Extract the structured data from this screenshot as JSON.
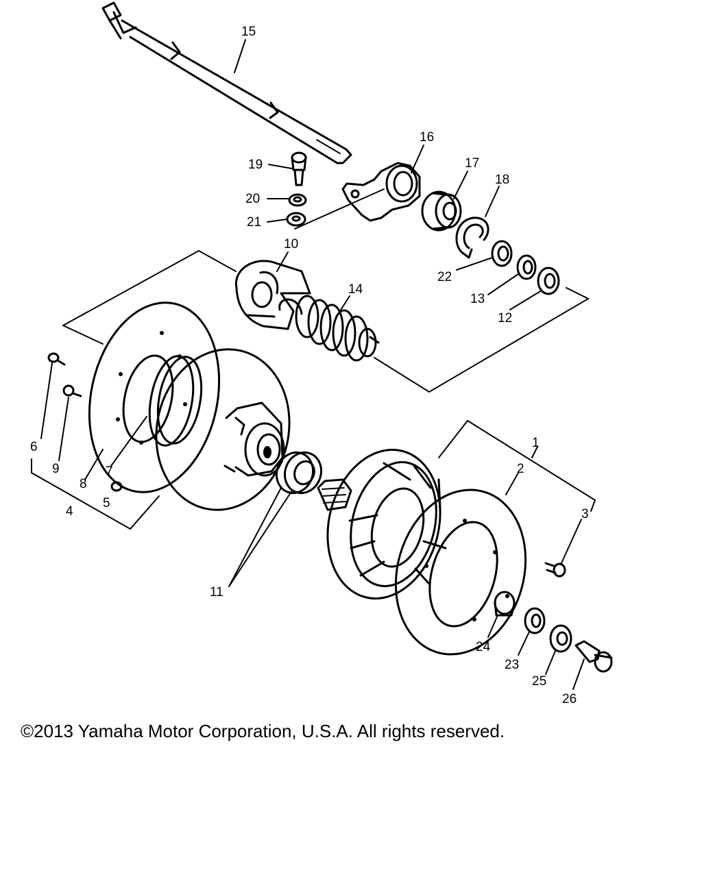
{
  "diagram": {
    "callouts": [
      "1",
      "2",
      "3",
      "4",
      "5",
      "6",
      "7",
      "8",
      "9",
      "10",
      "11",
      "12",
      "13",
      "14",
      "15",
      "16",
      "17",
      "18",
      "19",
      "20",
      "21",
      "22",
      "23",
      "24",
      "25",
      "26"
    ]
  },
  "footer": {
    "copyright": "©2013 Yamaha Motor Corporation, U.S.A. All rights reserved."
  }
}
